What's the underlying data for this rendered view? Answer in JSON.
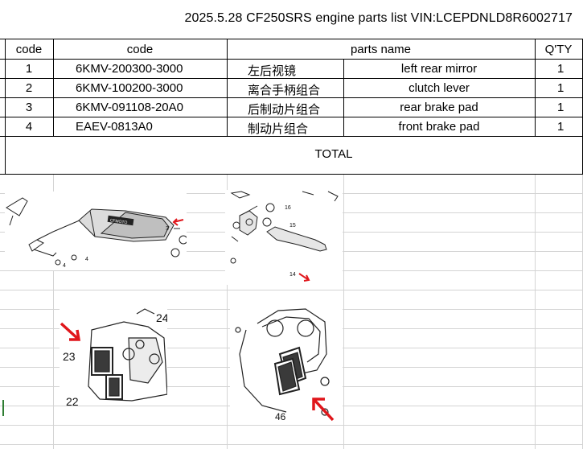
{
  "title": "2025.5.28 CF250SRS engine parts list VIN:LCEPDNLD8R6002717",
  "headers": {
    "col1": "code",
    "col2": "code",
    "col3": "parts name",
    "col4": "Q'TY"
  },
  "rows": [
    {
      "no": "1",
      "code": "6KMV-200300-3000",
      "name_cn": "左后视镜",
      "name_en": "left rear mirror",
      "qty": "1"
    },
    {
      "no": "2",
      "code": "6KMV-100200-3000",
      "name_cn": "离合手柄组合",
      "name_en": "clutch lever",
      "qty": "1"
    },
    {
      "no": "3",
      "code": "6KMV-091108-20A0",
      "name_cn": "后制动片组合",
      "name_en": "rear brake pad",
      "qty": "1"
    },
    {
      "no": "4",
      "code": "EAEV-0813A0",
      "name_cn": "制动片组合",
      "name_en": "front brake pad",
      "qty": "1"
    }
  ],
  "total_label": "TOTAL",
  "diagrams": {
    "mirror": {
      "labels": [
        "3",
        "4",
        "4"
      ],
      "logo": "CFMOTO"
    },
    "clutch": {
      "labels": [
        "16",
        "15",
        "14"
      ]
    },
    "rear_brake": {
      "labels": [
        "24",
        "23",
        "22"
      ]
    },
    "front_brake": {
      "labels": [
        "46"
      ]
    }
  },
  "colors": {
    "arrow": "#e0161b",
    "grid": "#d4d4d4"
  }
}
